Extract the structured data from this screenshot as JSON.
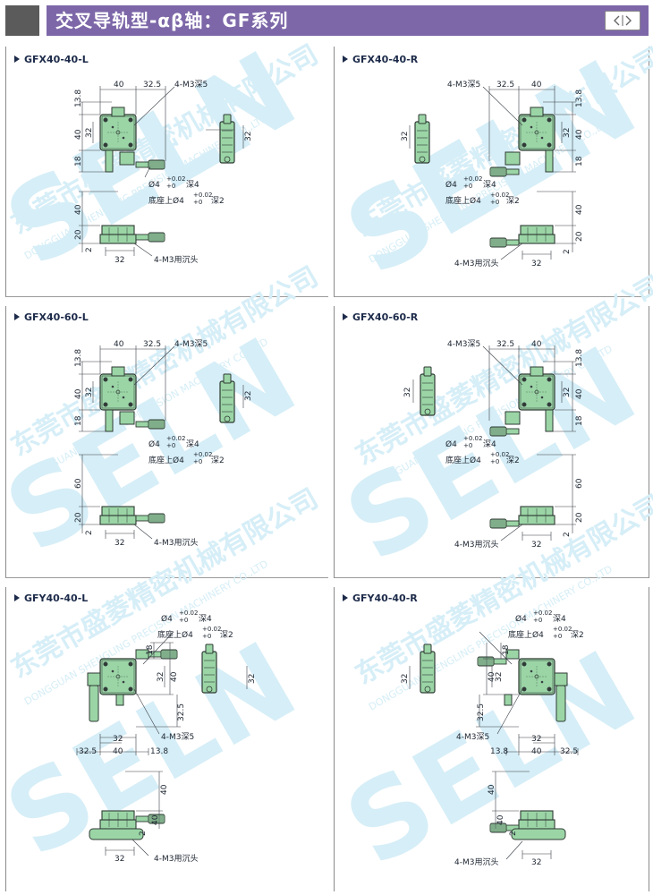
{
  "header": {
    "title": "交叉导轨型-αβ轴：GF系列",
    "nav_icon": "double-arrow-icon"
  },
  "watermark": {
    "brand": "SELN",
    "company_cn": "东莞市盛菱精密机械有限公司",
    "company_en": "DONGGUAN SHENGLING PRECISION MACHINERY CO.,LTD",
    "color": "#d6eef7"
  },
  "colors": {
    "stage_green": "#9bd5a6",
    "stage_dark": "#2f3a34",
    "dim_line": "#3a3f46"
  },
  "panels": [
    {
      "label": "GFX40-40-L"
    },
    {
      "label": "GFX40-40-R"
    },
    {
      "label": "GFX40-60-L"
    },
    {
      "label": "GFX40-60-R"
    },
    {
      "label": "GFY40-40-L"
    },
    {
      "label": "GFY40-40-R"
    }
  ],
  "dims": {
    "d40": "40",
    "d32_5": "32.5",
    "d13_8": "13.8",
    "d32": "32",
    "d18": "18",
    "d20": "20",
    "d2": "2",
    "d60": "60",
    "m3_deep5": "4-M3深5",
    "hole1": "Ø4",
    "tol": "+0.02",
    "tol0": "+0",
    "deep4": "深4",
    "hole2": "底座上Ø4",
    "deep2": "深2",
    "m3_counter": "4-M3用沉头"
  }
}
